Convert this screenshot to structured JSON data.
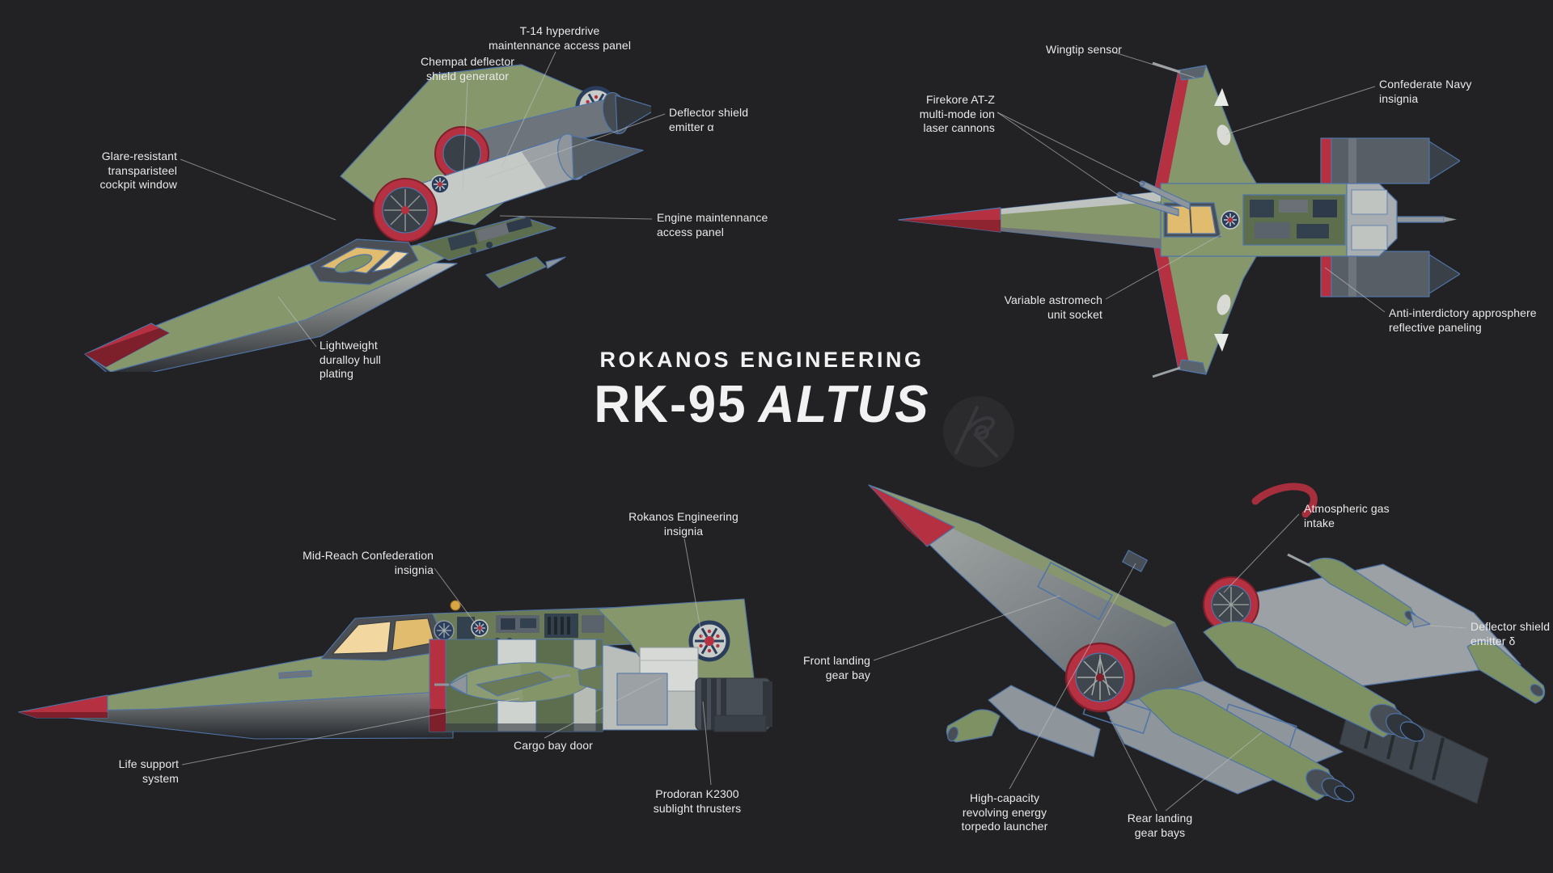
{
  "background": "#222224",
  "title": {
    "brand": "ROKANOS ENGINEERING",
    "model_code": "RK-95",
    "model_name": "ALTUS"
  },
  "colors": {
    "hull_green": "#87976C",
    "hull_green_dark": "#5D6E4E",
    "pod_green": "#7E9163",
    "hull_gray_light": "#C6CAC6",
    "hull_gray_mid": "#9BA1A4",
    "hull_gray_dark": "#474E55",
    "accent_red": "#B53040",
    "panel_outline_blue": "#4F74A8",
    "canopy_amber": "#F2D8A0",
    "insignia_navy": "#2B3D5C",
    "label_text": "#E9E9E9",
    "title_text": "#F2F2F2",
    "leader_line": "#BDBDBD"
  },
  "icons": {
    "wing_roundel": "confederation-roundel-icon",
    "tail_roundel": "rokanos-roundel-icon",
    "dorsal_roundel": "mid-reach-roundel-icon",
    "watermark_logo": "rokanos-monogram-watermark"
  },
  "callouts": {
    "t14_hyperdrive": {
      "text": "T-14 hyperdrive\nmaintennance access panel"
    },
    "chempat_generator": {
      "text": "Chempat deflector\nshield generator"
    },
    "deflector_emitter_alpha": {
      "text": "Deflector shield\nemitter α"
    },
    "cockpit_window": {
      "text": "Glare-resistant\ntransparisteel\ncockpit window"
    },
    "engine_maintenance": {
      "text": "Engine maintennance\naccess panel"
    },
    "duralloy_plating": {
      "text": "Lightweight\nduralloy hull\nplating"
    },
    "wingtip_sensor": {
      "text": "Wingtip sensor"
    },
    "confederate_navy_insignia": {
      "text": "Confederate Navy\ninsignia"
    },
    "firekore_cannons": {
      "text": "Firekore AT-Z\nmulti-mode ion\nlaser cannons"
    },
    "astromech_socket": {
      "text": "Variable astromech\nunit socket"
    },
    "anti_interdictory_paneling": {
      "text": "Anti-interdictory approsphere\nreflective paneling"
    },
    "mid_reach_insignia": {
      "text": "Mid-Reach Confederation\ninsignia"
    },
    "rokanos_insignia": {
      "text": "Rokanos Engineering\ninsignia"
    },
    "life_support": {
      "text": "Life support\nsystem"
    },
    "cargo_bay_door": {
      "text": "Cargo bay door"
    },
    "prodoran_thrusters": {
      "text": "Prodoran K2300\nsublight thrusters"
    },
    "atmospheric_intake": {
      "text": "Atmospheric gas\nintake"
    },
    "deflector_emitter_delta": {
      "text": "Deflector shield\nemitter δ"
    },
    "front_landing_gear": {
      "text": "Front landing\ngear bay"
    },
    "torpedo_launcher": {
      "text": "High-capacity\nrevolving energy\ntorpedo launcher"
    },
    "rear_landing_gear": {
      "text": "Rear landing\ngear bays"
    }
  }
}
